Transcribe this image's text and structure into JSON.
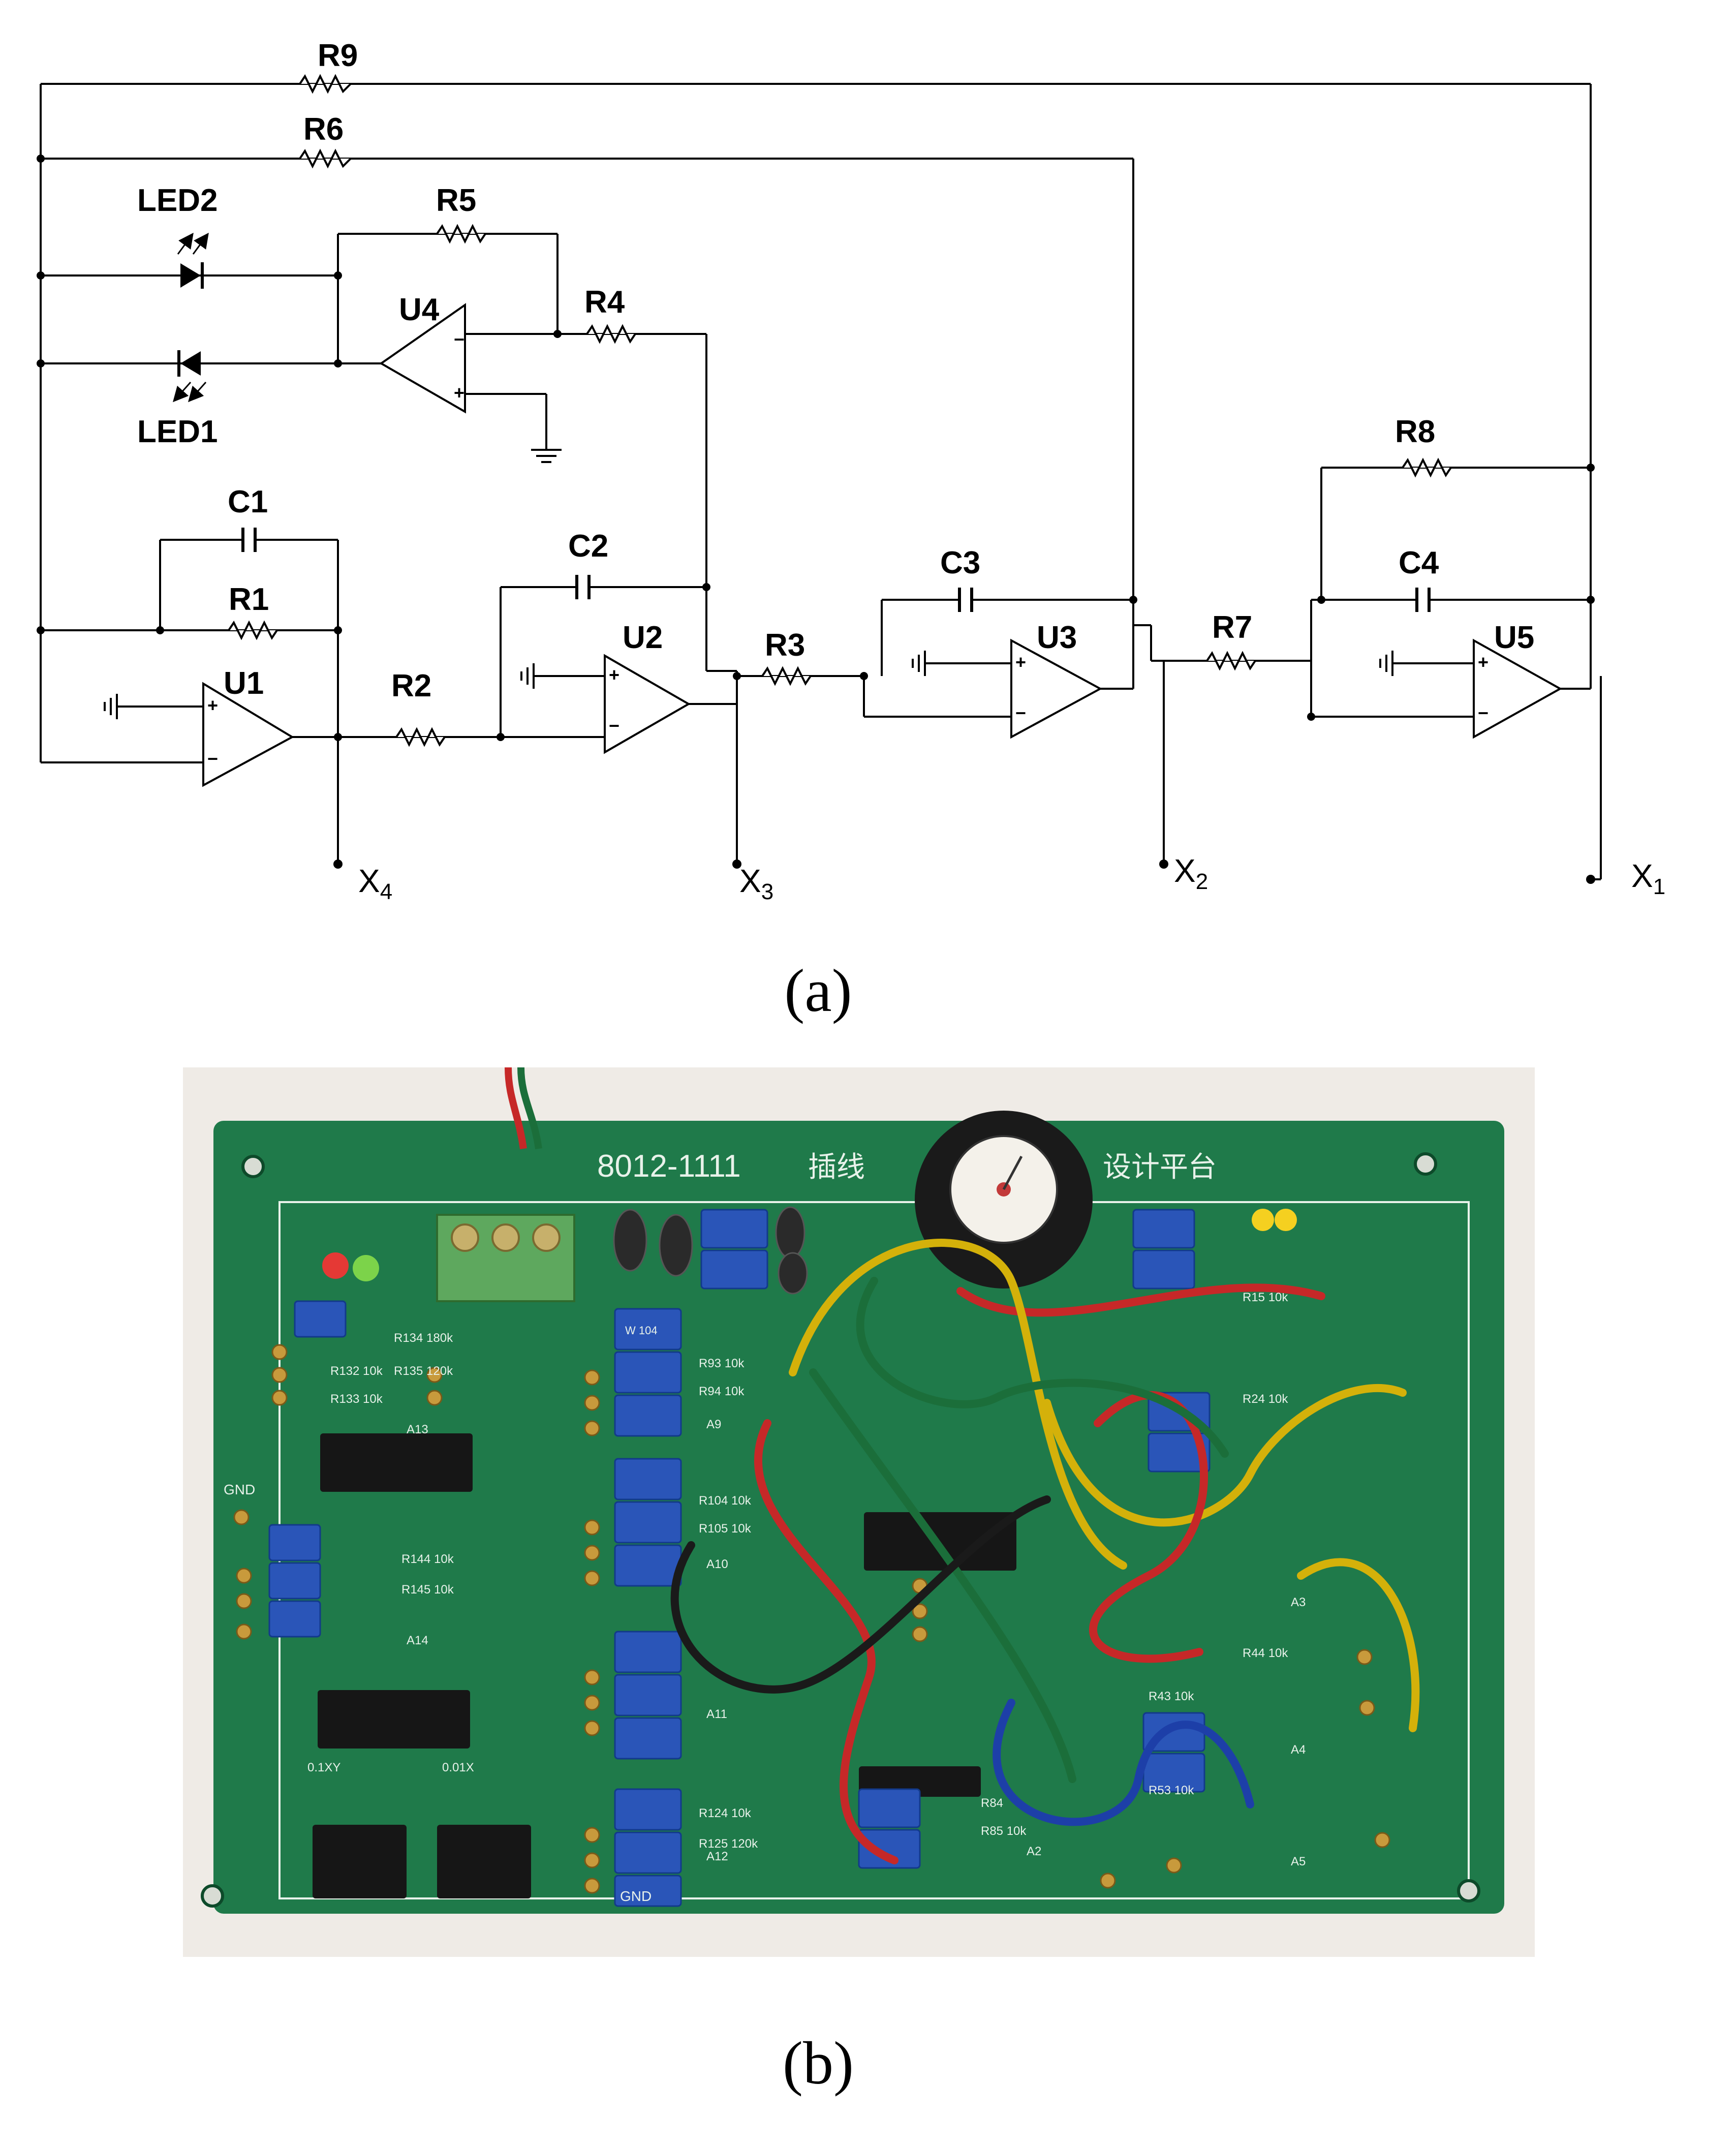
{
  "panel_a": {
    "caption": "(a)",
    "resistors": [
      "R9",
      "R6",
      "R5",
      "R4",
      "R1",
      "R2",
      "R3",
      "R7",
      "R8"
    ],
    "capacitors": [
      "C1",
      "C2",
      "C3",
      "C4"
    ],
    "opamps": [
      "U1",
      "U2",
      "U3",
      "U4",
      "U5"
    ],
    "leds": [
      "LED2",
      "LED1"
    ],
    "outputs": [
      {
        "letter": "X",
        "sub": "4"
      },
      {
        "letter": "X",
        "sub": "3"
      },
      {
        "letter": "X",
        "sub": "2"
      },
      {
        "letter": "X",
        "sub": "1"
      }
    ],
    "pin_plus": "+",
    "pin_minus": "−"
  },
  "panel_b": {
    "caption": "(b)",
    "board_title": "8012-1111",
    "board_title_cn": "插线",
    "board_title_cn2": "设计平台",
    "gnd_left": "GND",
    "gnd_bottom": "GND",
    "mult_label_1": "0.1XY",
    "mult_label_2": "0.01X",
    "pcb_labels": [
      "R134 180k",
      "R132 10k",
      "R135 120k",
      "R133 10k",
      "R93 10k",
      "R94 10k",
      "R104 10k",
      "R105 10k",
      "R144 10k",
      "R145 10k",
      "R124 10k",
      "R125 120k",
      "R15 10k",
      "R24 10k",
      "R44 10k",
      "R43 10k",
      "R53 10k",
      "R84",
      "R85 10k",
      "A13",
      "A14",
      "A10",
      "A11",
      "A12",
      "A9",
      "A5",
      "A2",
      "A3",
      "A4"
    ],
    "pot_marking": "W 104",
    "colors": {
      "pcb": "#1f7a4a",
      "pcb_dark": "#16603a",
      "silk": "#e8f2ea",
      "pot": "#2a55b8",
      "pad": "#c89a3c"
    }
  }
}
